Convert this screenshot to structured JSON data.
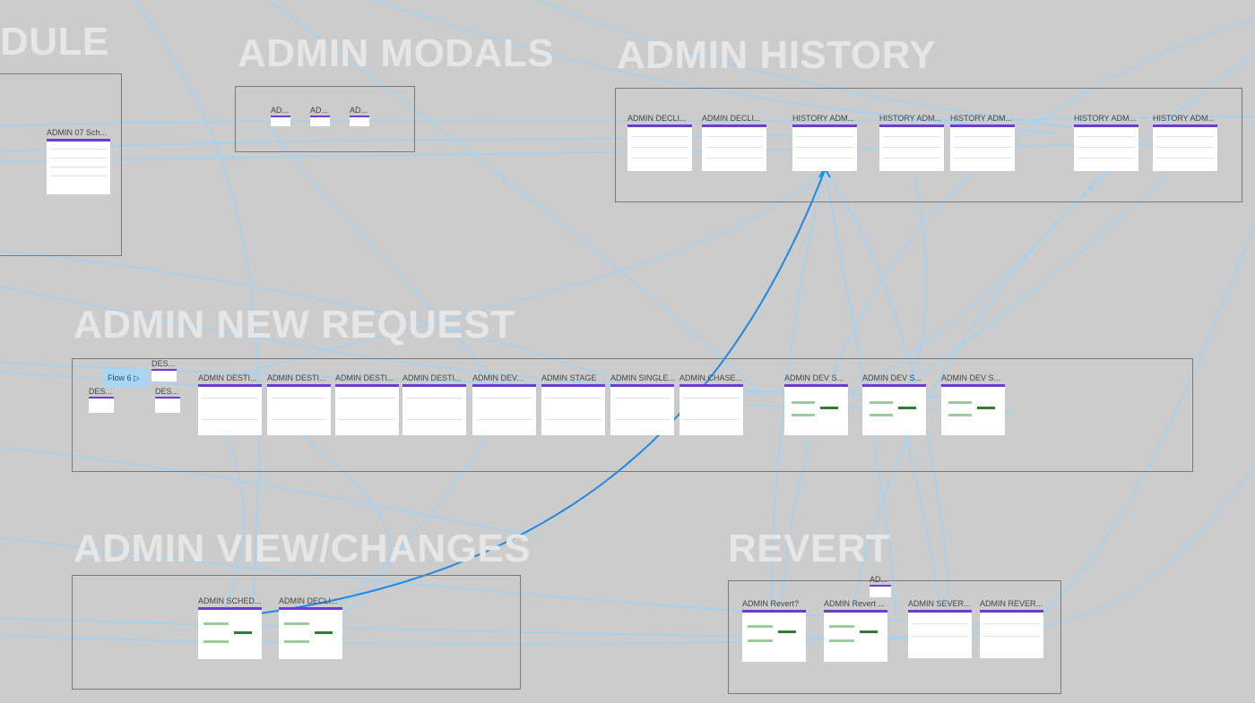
{
  "sections": {
    "module": "DULE",
    "modals": "ADMIN MODALS",
    "history": "ADMIN HISTORY",
    "new_request": "ADMIN NEW REQUEST",
    "view_changes": "ADMIN VIEW/CHANGES",
    "revert": "REVERT"
  },
  "frames": {
    "module_1": "ADMIN 07 Sch...",
    "modal_1": "AD...",
    "modal_2": "AD...",
    "modal_3": "AD...",
    "history_1": "ADMIN DECLI...",
    "history_2": "ADMIN DECLI...",
    "history_3": "HISTORY ADM...",
    "history_4": "HISTORY ADM...",
    "history_5": "HISTORY ADM...",
    "history_6": "HISTORY ADM...",
    "history_7": "HISTORY ADM...",
    "des_1": "DES...",
    "des_2": "DES...",
    "des_3": "DES...",
    "new_1": "ADMIN DESTI...",
    "new_2": "ADMIN DESTI...",
    "new_3": "ADMIN DESTI...",
    "new_4": "ADMIN DESTI...",
    "new_5": "ADMIN DEV...",
    "new_6": "ADMIN STAGE",
    "new_7": "ADMIN SINGLE...",
    "new_8": "ADMIN CHASE...",
    "new_9": "ADMIN DEV S...",
    "new_10": "ADMIN DEV S...",
    "new_11": "ADMIN DEV S...",
    "view_1": "ADMIN SCHED...",
    "view_2": "ADMIN DECLI...",
    "revert_small": "AD...",
    "revert_1": "ADMIN Revert?",
    "revert_2": "ADMIN Revert ...",
    "revert_3": "ADMIN SEVER...",
    "revert_4": "ADMIN REVER..."
  },
  "flow_tag": "Flow 6",
  "colors": {
    "canvas": "#cccccc",
    "connector": "#9fd3f7",
    "connector_active": "#1e88e5",
    "frame_header": "#6c3bd1"
  }
}
